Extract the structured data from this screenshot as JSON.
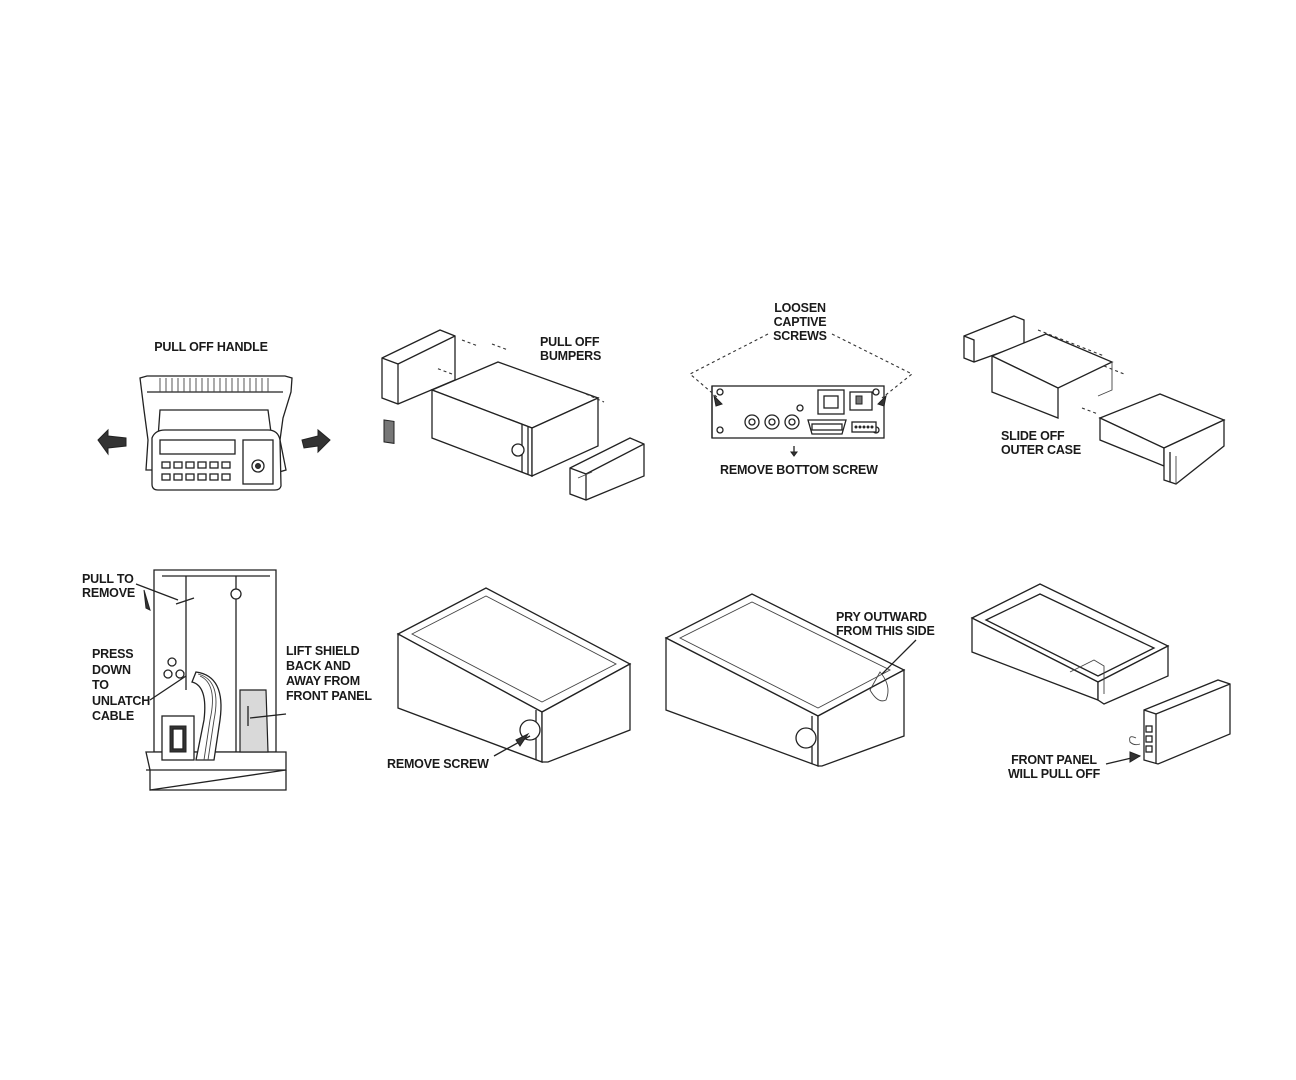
{
  "steps": {
    "pull_off_handle": "PULL OFF HANDLE",
    "pull_off_bumpers": [
      "PULL OFF",
      "BUMPERS"
    ],
    "loosen_captive_screws": [
      "LOOSEN",
      "CAPTIVE",
      "SCREWS"
    ],
    "remove_bottom_screw": "REMOVE BOTTOM SCREW",
    "slide_off_outer_case": [
      "SLIDE OFF",
      "OUTER CASE"
    ],
    "pull_to_remove": [
      "PULL TO",
      "REMOVE"
    ],
    "press_down_to_unlatch_cable": [
      "PRESS",
      "DOWN",
      "TO",
      "UNLATCH",
      "CABLE"
    ],
    "lift_shield": [
      "LIFT SHIELD",
      "BACK AND",
      "AWAY FROM",
      "FRONT PANEL"
    ],
    "remove_screw": "REMOVE SCREW",
    "pry_outward": [
      "PRY OUTWARD",
      "FROM THIS SIDE"
    ],
    "front_panel_pull_off": [
      "FRONT PANEL",
      "WILL PULL OFF"
    ]
  },
  "icons": [
    "left-arrow-icon",
    "right-arrow-icon",
    "small-down-arrow-icon"
  ]
}
